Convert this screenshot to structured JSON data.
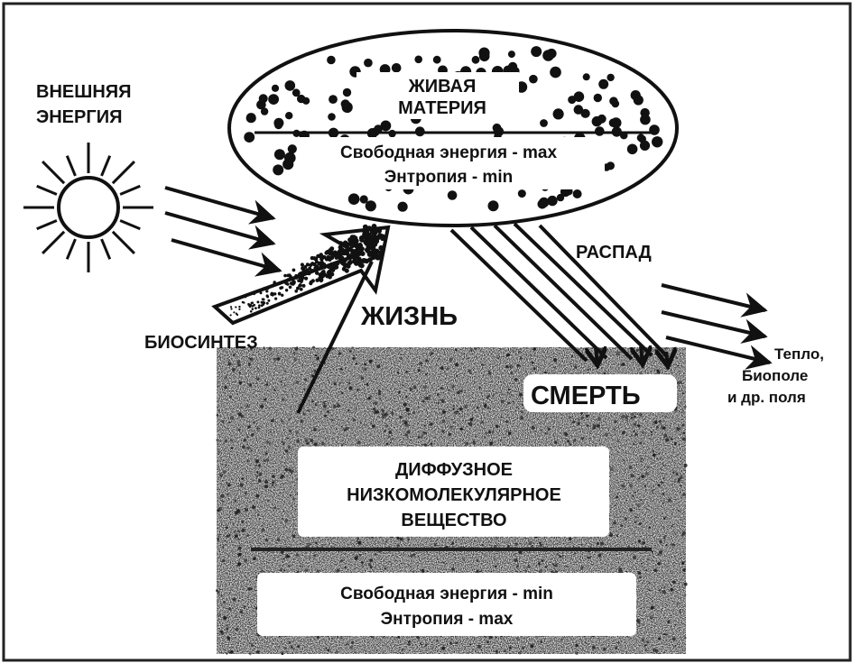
{
  "labels": {
    "external_energy": [
      "ВНЕШНЯЯ",
      "ЭНЕРГИЯ"
    ],
    "living_matter": [
      "ЖИВАЯ",
      "МАТЕРИЯ"
    ],
    "living_props": [
      "Свободная энергия - max",
      "Энтропия - min"
    ],
    "decay": "РАСПАД",
    "biosynthesis": "БИОСИНТЕЗ",
    "life": "ЖИЗНЬ",
    "death": "СМЕРТЬ",
    "diffuse_matter": [
      "ДИФФУЗНОЕ",
      "НИЗКОМОЛЕКУЛЯРНОЕ",
      "ВЕЩЕСТВО"
    ],
    "diffuse_props": [
      "Свободная энергия - min",
      "Энтропия - max"
    ],
    "output_fields": [
      "Тепло,",
      "Биополе",
      "и др. поля"
    ]
  },
  "colors": {
    "ink": "#111111",
    "background": "#ffffff",
    "stipple": "#8a8a8a"
  },
  "icons": {
    "sun": "sun-icon"
  }
}
